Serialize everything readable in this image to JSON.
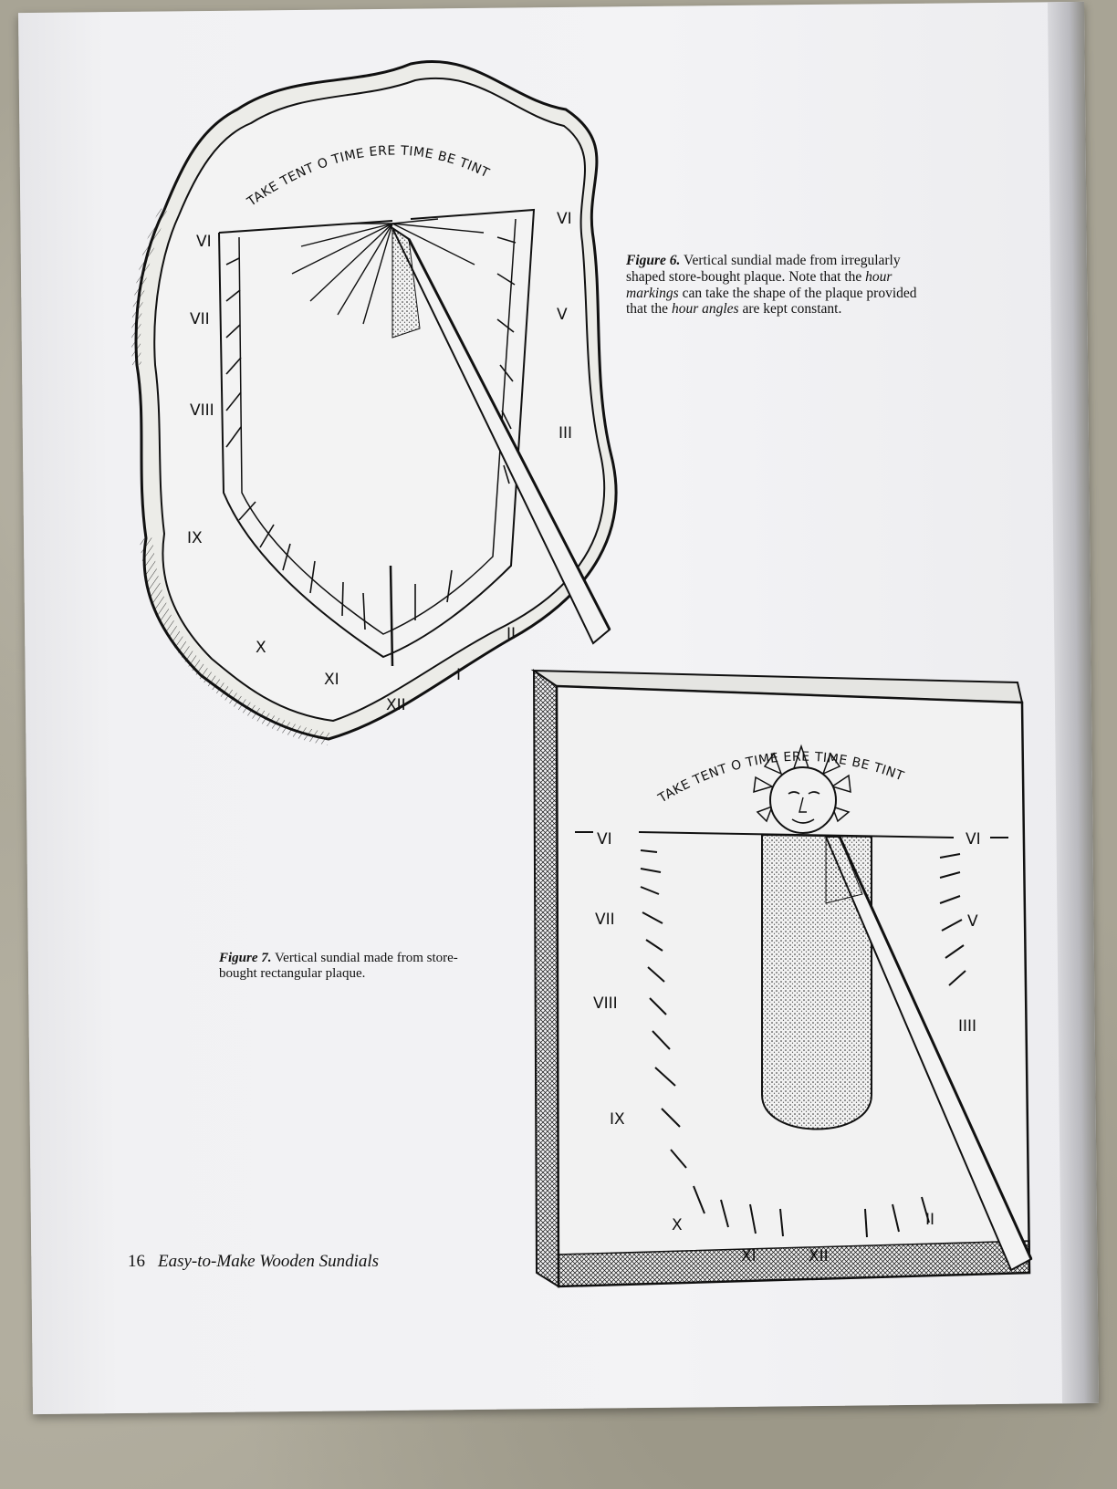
{
  "page": {
    "number": "16",
    "book_title": "Easy-to-Make Wooden Sundials"
  },
  "figure6": {
    "label": "Figure 6.",
    "caption_part1": " Vertical sundial made from irregularly shaped store-bought plaque. Note that the ",
    "caption_em1": "hour markings",
    "caption_part2": " can take the shape of the plaque provided that the ",
    "caption_em2": "hour angles",
    "caption_part3": " are kept constant.",
    "motto": "TAKE TENT O TIME ERE TIME BE TINT",
    "numerals": {
      "left_top": "VI",
      "vii": "VII",
      "viii": "VIII",
      "ix": "IX",
      "x": "X",
      "xi": "XI",
      "xii": "XII",
      "i": "I",
      "ii": "II",
      "iii": "III",
      "v": "V",
      "right_top": "VI"
    }
  },
  "figure7": {
    "label": "Figure 7.",
    "caption": " Vertical sundial made from store-bought rectangular plaque.",
    "motto": "TAKE TENT O TIME ERE TIME BE TINT",
    "numerals": {
      "vi_left": "VI",
      "vii": "VII",
      "viii": "VIII",
      "ix": "IX",
      "x": "X",
      "xi": "XI",
      "xii": "XII",
      "ii": "II",
      "iiii": "IIII",
      "v": "V",
      "vi_right": "VI"
    }
  },
  "colors": {
    "ink": "#111111",
    "paper": "#f2f2f4",
    "background": "#a8a495"
  }
}
